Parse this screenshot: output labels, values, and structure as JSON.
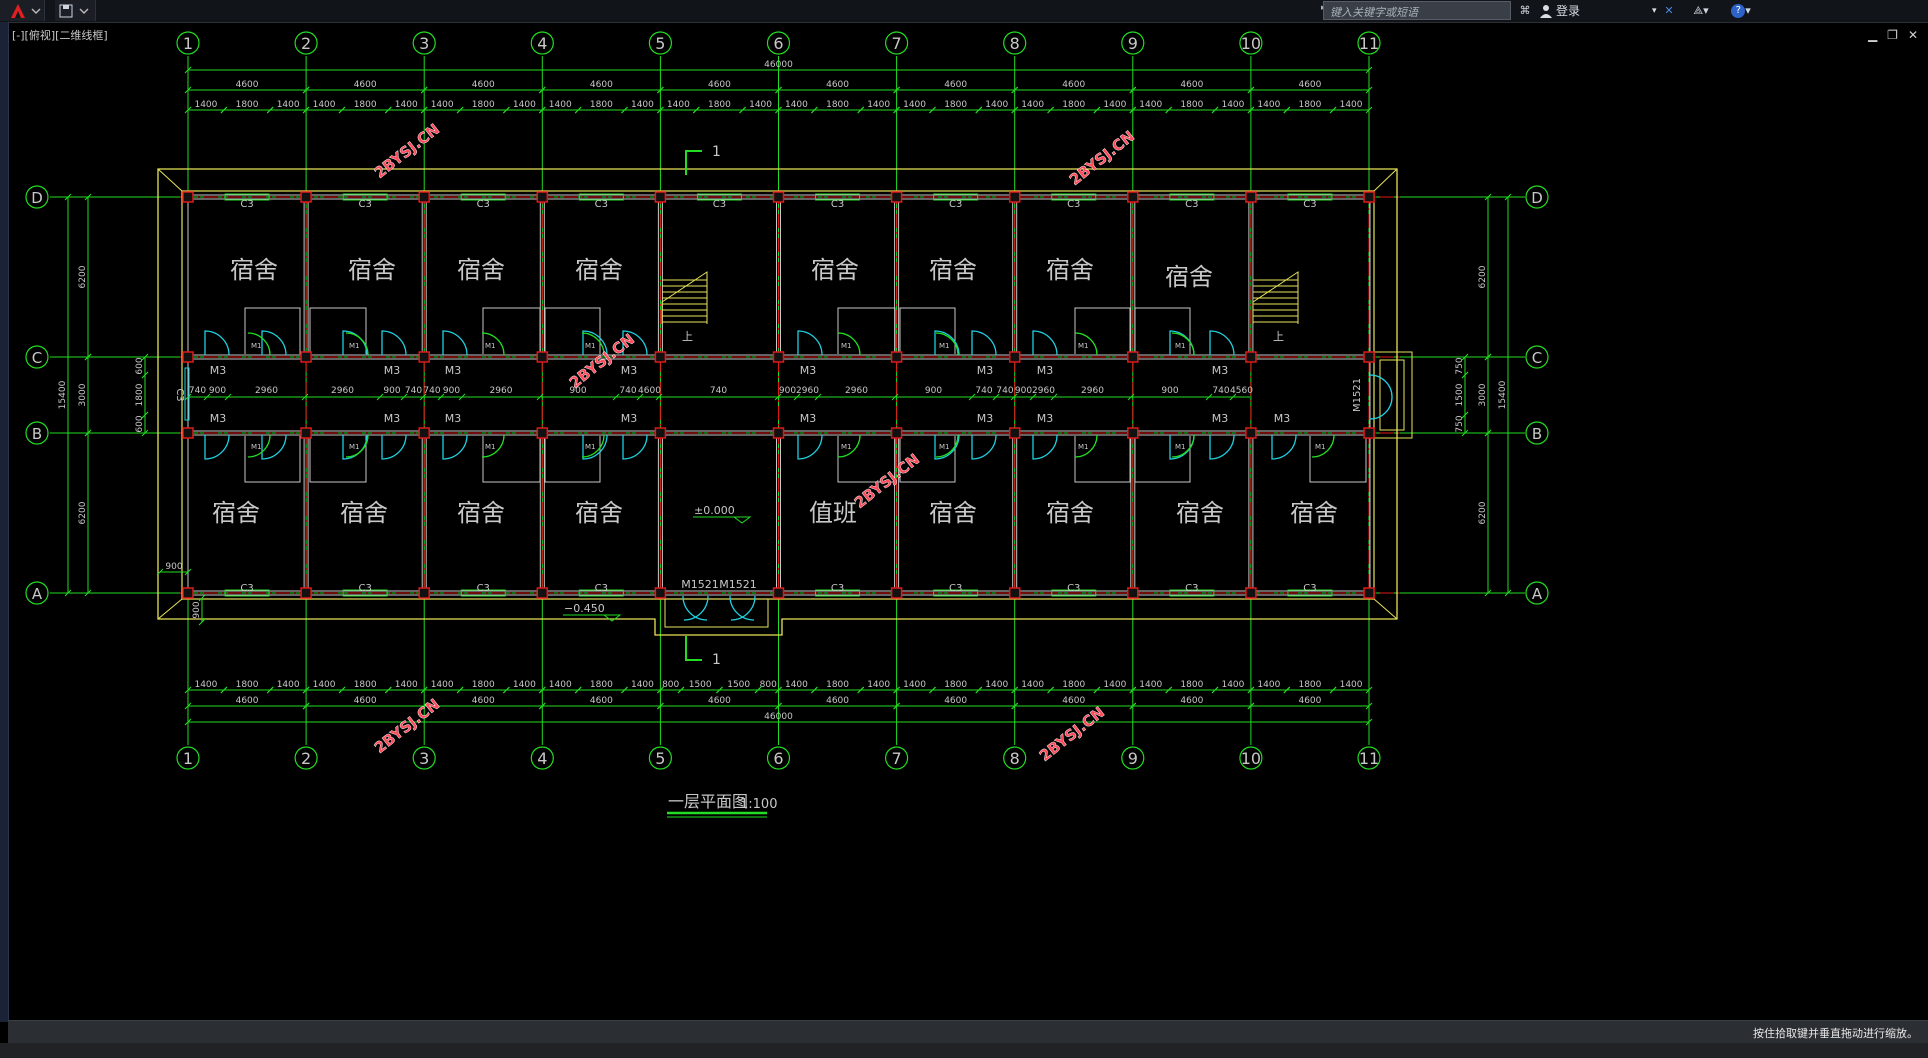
{
  "toolbar": {
    "search_placeholder": "键入关键字或短语",
    "login_label": "登录"
  },
  "viewport_label": "[-][俯视][二维线框]",
  "status_message": "按住拾取键并垂直拖动进行缩放。",
  "drawing": {
    "title": "一层平面图",
    "scale": "1:100",
    "axes_numbers": [
      "1",
      "2",
      "3",
      "4",
      "5",
      "6",
      "7",
      "8",
      "9",
      "10",
      "11"
    ],
    "axes_letters": [
      "D",
      "C",
      "B",
      "A"
    ],
    "overall_dim": "46000",
    "bay_dim": "4600",
    "top_sub_dims": [
      "1400",
      "1800",
      "1400"
    ],
    "bottom_bay5_dims": [
      "800",
      "1500",
      "1500",
      "800"
    ],
    "left_dims": [
      "6200",
      "15400",
      "3000",
      "1800",
      "600",
      "600",
      "6200",
      "900"
    ],
    "right_dims": [
      "6200",
      "15400",
      "3000",
      "1500",
      "750",
      "750",
      "6200"
    ],
    "corridor_dims": [
      "740",
      "900",
      "2960",
      "2960",
      "900",
      "740",
      "740",
      "900",
      "2960",
      "900",
      "740",
      "4600",
      "740",
      "900",
      "2960",
      "2960",
      "900",
      "740",
      "740",
      "900",
      "2960",
      "2960",
      "900",
      "740",
      "4560"
    ],
    "window_label": "C3",
    "door_label": "M3",
    "door_label_small": "M1",
    "entry_door": "M1521",
    "room_dorm": "宿舍",
    "room_duty": "值班",
    "stair_up": "上",
    "section_mark": "1",
    "elev_floor": "±0.000",
    "elev_ground": "−0.450",
    "watermark": "2BYSJ.CN"
  }
}
